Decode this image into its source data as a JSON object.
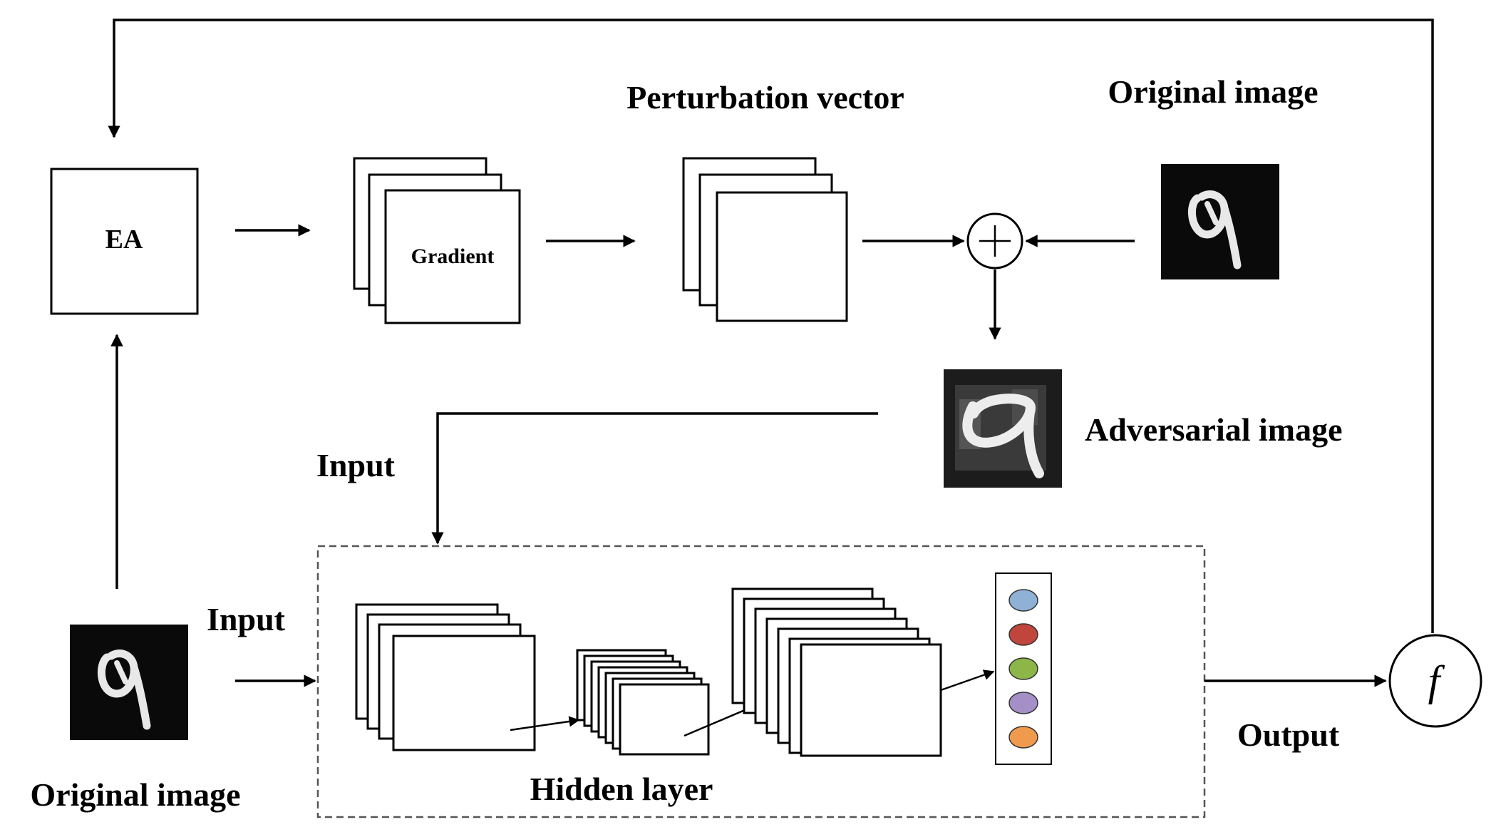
{
  "labels": {
    "perturbation_vector": "Perturbation vector",
    "original_image_top": "Original image",
    "ea": "EA",
    "gradient": "Gradient",
    "adversarial_image": "Adversarial image",
    "input_top": "Input",
    "input_left": "Input",
    "original_image_bottom": "Original image",
    "hidden_layer": "Hidden layer",
    "output": "Output",
    "function_symbol": "f",
    "plus_symbol": "+"
  },
  "output_node_colors": [
    "#8fb1d6",
    "#c0463d",
    "#8db648",
    "#a48fc6",
    "#f09a4e"
  ],
  "colors": {
    "stroke": "#000000",
    "background": "#ffffff",
    "dashed_border": "#555555"
  }
}
